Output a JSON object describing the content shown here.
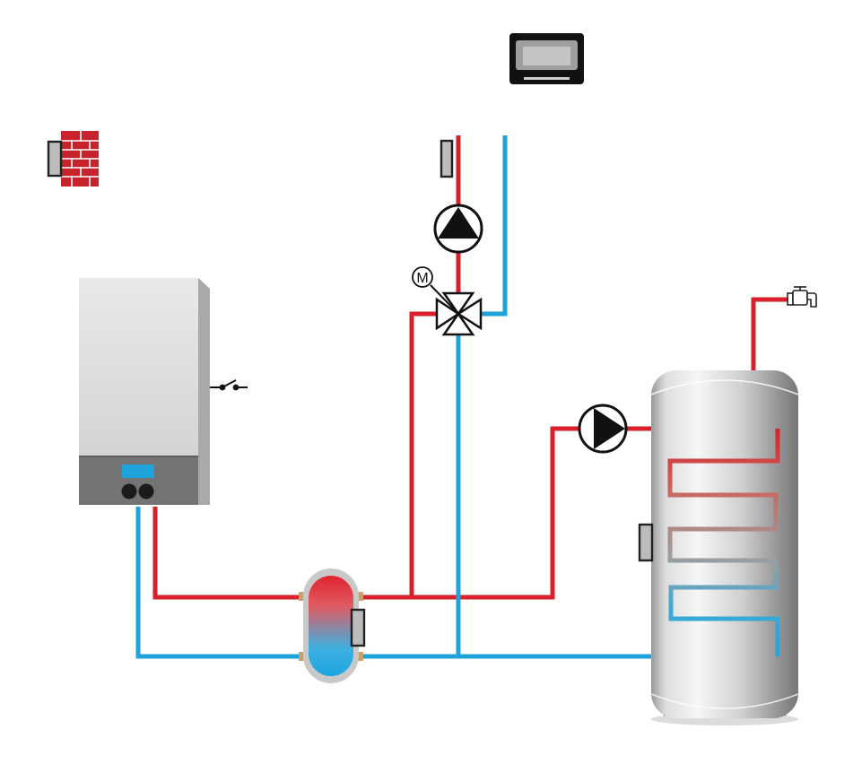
{
  "diagram": {
    "type": "heating-system-schematic",
    "components": [
      "room-controller",
      "outdoor-sensor",
      "boiler",
      "boiler-switch",
      "heating-circuit-flow-sensor",
      "heating-circuit-pump",
      "motorized-mixing-valve",
      "hydraulic-separator",
      "hydraulic-separator-sensor",
      "dhw-charge-pump",
      "dhw-storage-tank",
      "dhw-tank-sensor",
      "hot-water-tap"
    ],
    "labels": {
      "mixing_valve_motor": "M"
    },
    "colors": {
      "hot_pipe": "#d8202b",
      "cold_pipe": "#1fa3db",
      "brick": "#c8232c",
      "boiler_panel": "#747474",
      "boiler_display": "#1fa3db"
    }
  }
}
